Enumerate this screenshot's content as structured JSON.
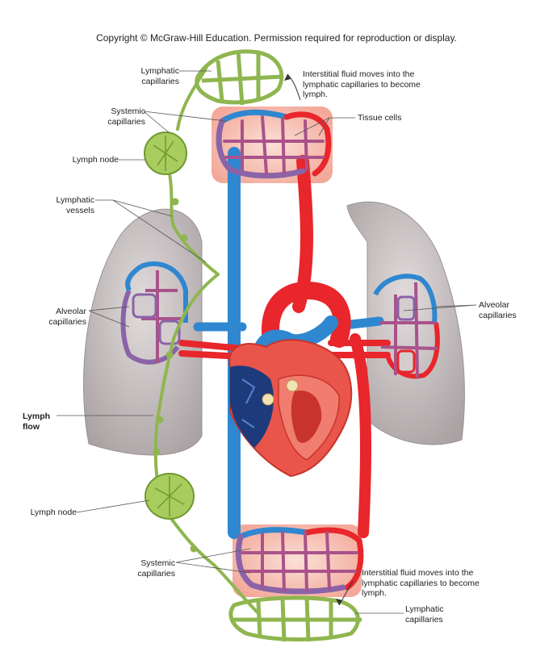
{
  "copyright": "Copyright © McGraw-Hill Education. Permission required for reproduction or display.",
  "labels": {
    "lymphatic_capillaries_top": "Lymphatic\ncapillaries",
    "interstitial_top": "Interstitial fluid moves into the\nlymphatic capillaries to become\nlymph.",
    "systemic_capillaries_top": "Systemic\ncapillaries",
    "tissue_cells": "Tissue cells",
    "lymph_node_top": "Lymph node",
    "lymphatic_vessels": "Lymphatic\nvessels",
    "alveolar_capillaries_left": "Alveolar\ncapillaries",
    "alveolar_capillaries_right": "Alveolar\ncapillaries",
    "lymph_flow": "Lymph\nflow",
    "lymph_node_bottom": "Lymph node",
    "systemic_capillaries_bottom": "Systemic\ncapillaries",
    "interstitial_bottom": "Interstitial fluid moves into the\nlymphatic capillaries to become\nlymph.",
    "lymphatic_capillaries_bottom": "Lymphatic\ncapillaries"
  },
  "colors": {
    "artery_red": "#e8262b",
    "vein_blue": "#2f87d0",
    "lymph_green": "#9cc35a",
    "lung_gray": "#c9c3c4",
    "tissue_pink": "#f6c4b8"
  }
}
